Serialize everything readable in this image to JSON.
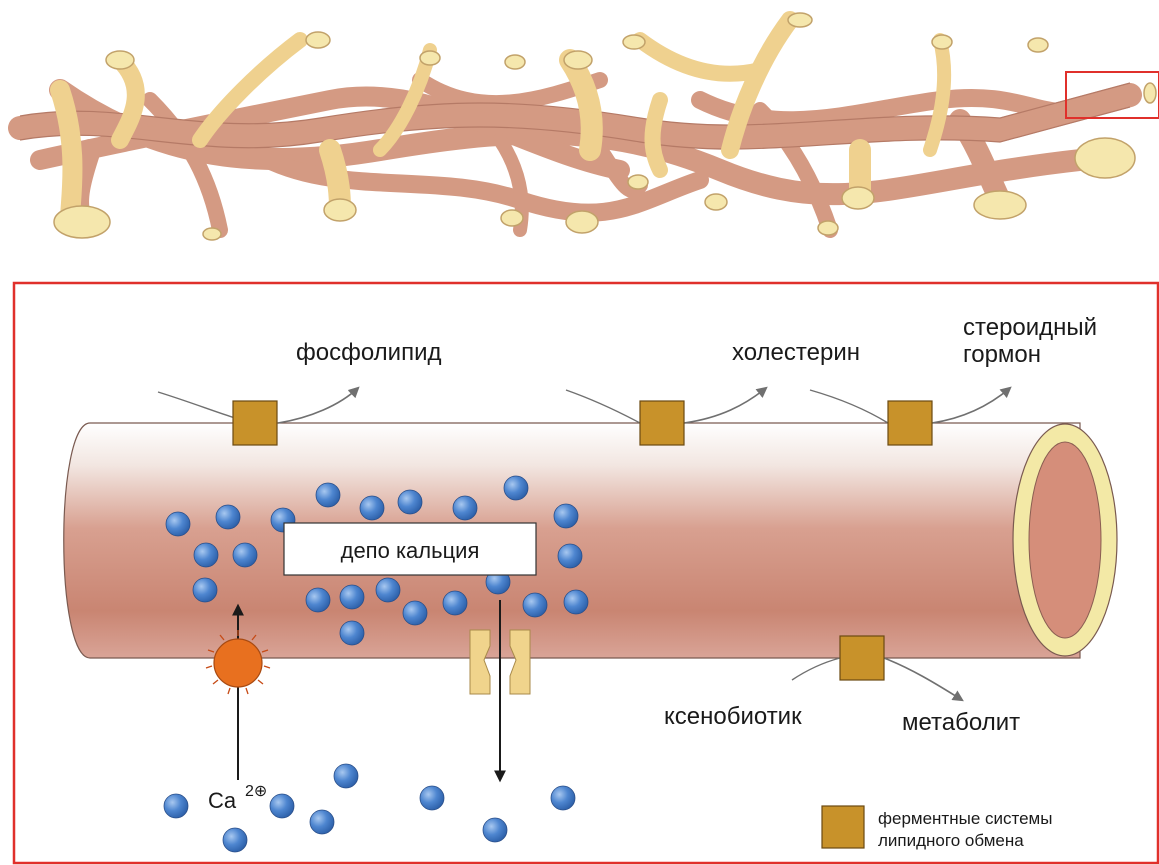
{
  "labels": {
    "phospholipid": "фосфолипид",
    "cholesterol": "холестерин",
    "steroid_line1": "стероидный",
    "steroid_line2": "гормон",
    "calcium_depot": "депо кальция",
    "xenobiotic": "ксенобиотик",
    "metabolite": "метаболит",
    "ca_base": "Ca",
    "ca_charge": "2⊕"
  },
  "legend": {
    "line1": "ферментные системы",
    "line2": "липидного обмена"
  },
  "colors": {
    "frame": "#e0302b",
    "tube": "#d9a08e",
    "tube_dark": "#c98873",
    "tube_end": "#f3e9a6",
    "enzyme": "#c8922a",
    "calcium_ball": "#4e86d0",
    "channel": "#f0d48c",
    "receptor": "#e8701f",
    "arrow": "#707070"
  }
}
